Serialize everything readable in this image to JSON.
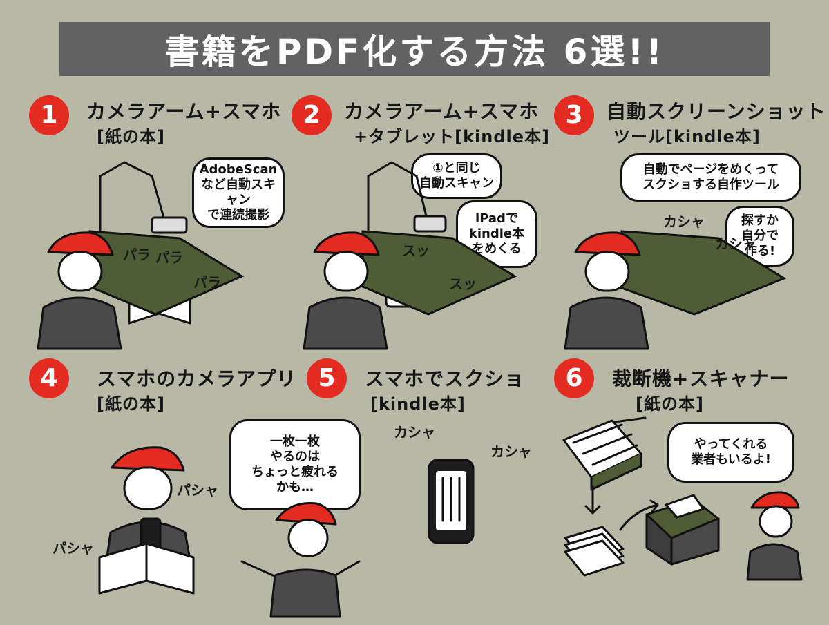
{
  "header": {
    "title": "書籍をPDF化する方法 6選!!"
  },
  "colors": {
    "background": "#b7b8a6",
    "title_bar": "#626262",
    "accent_red": "#e32b22",
    "desk_green": "#4f5d36"
  },
  "panels": [
    {
      "number": "1",
      "title": "カメラアーム+スマホ",
      "tag": "[紙の本]",
      "bubble": "AdobeScan\nなど自動スキャン\nで連続撮影",
      "notes": [
        "パラ",
        "パラ",
        "パラ"
      ],
      "icons": [
        "camera-arm-icon",
        "book-icon",
        "person-icon"
      ]
    },
    {
      "number": "2",
      "title": "カメラアーム+スマホ",
      "tag": "+タブレット[kindle本]",
      "bubble_1": "①と同じ\n自動スキャン",
      "bubble_2": "iPadで\nkindle本\nをめくる",
      "notes": [
        "スッ",
        "スッ"
      ],
      "icons": [
        "camera-arm-icon",
        "tablet-icon",
        "person-icon"
      ]
    },
    {
      "number": "3",
      "title": "自動スクリーンショット",
      "tag": "ツール[kindle本]",
      "bubble_1": "自動でページをめくって\nスクショする自作ツール",
      "bubble_2": "探すか\n自分で\n作る!",
      "notes": [
        "カシャ",
        "カシャ"
      ],
      "icons": [
        "laptop-icon",
        "person-icon"
      ]
    },
    {
      "number": "4",
      "title": "スマホのカメラアプリ",
      "tag": "[紙の本]",
      "notes": [
        "パシャ",
        "パシャ"
      ],
      "icons": [
        "smartphone-icon",
        "book-icon",
        "person-icon"
      ]
    },
    {
      "number": "5",
      "title": "スマホでスクショ",
      "tag": "[kindle本]",
      "bubble": "一枚一枚\nやるのは\nちょっと疲れる\nかも…",
      "notes": [
        "カシャ",
        "カシャ"
      ],
      "icons": [
        "smartphone-icon",
        "person-icon"
      ]
    },
    {
      "number": "6",
      "title": "裁断機+スキャナー",
      "tag": "[紙の本]",
      "bubble": "やってくれる\n業者もいるよ!",
      "icons": [
        "paper-cutter-icon",
        "scanner-icon",
        "person-icon"
      ]
    }
  ]
}
